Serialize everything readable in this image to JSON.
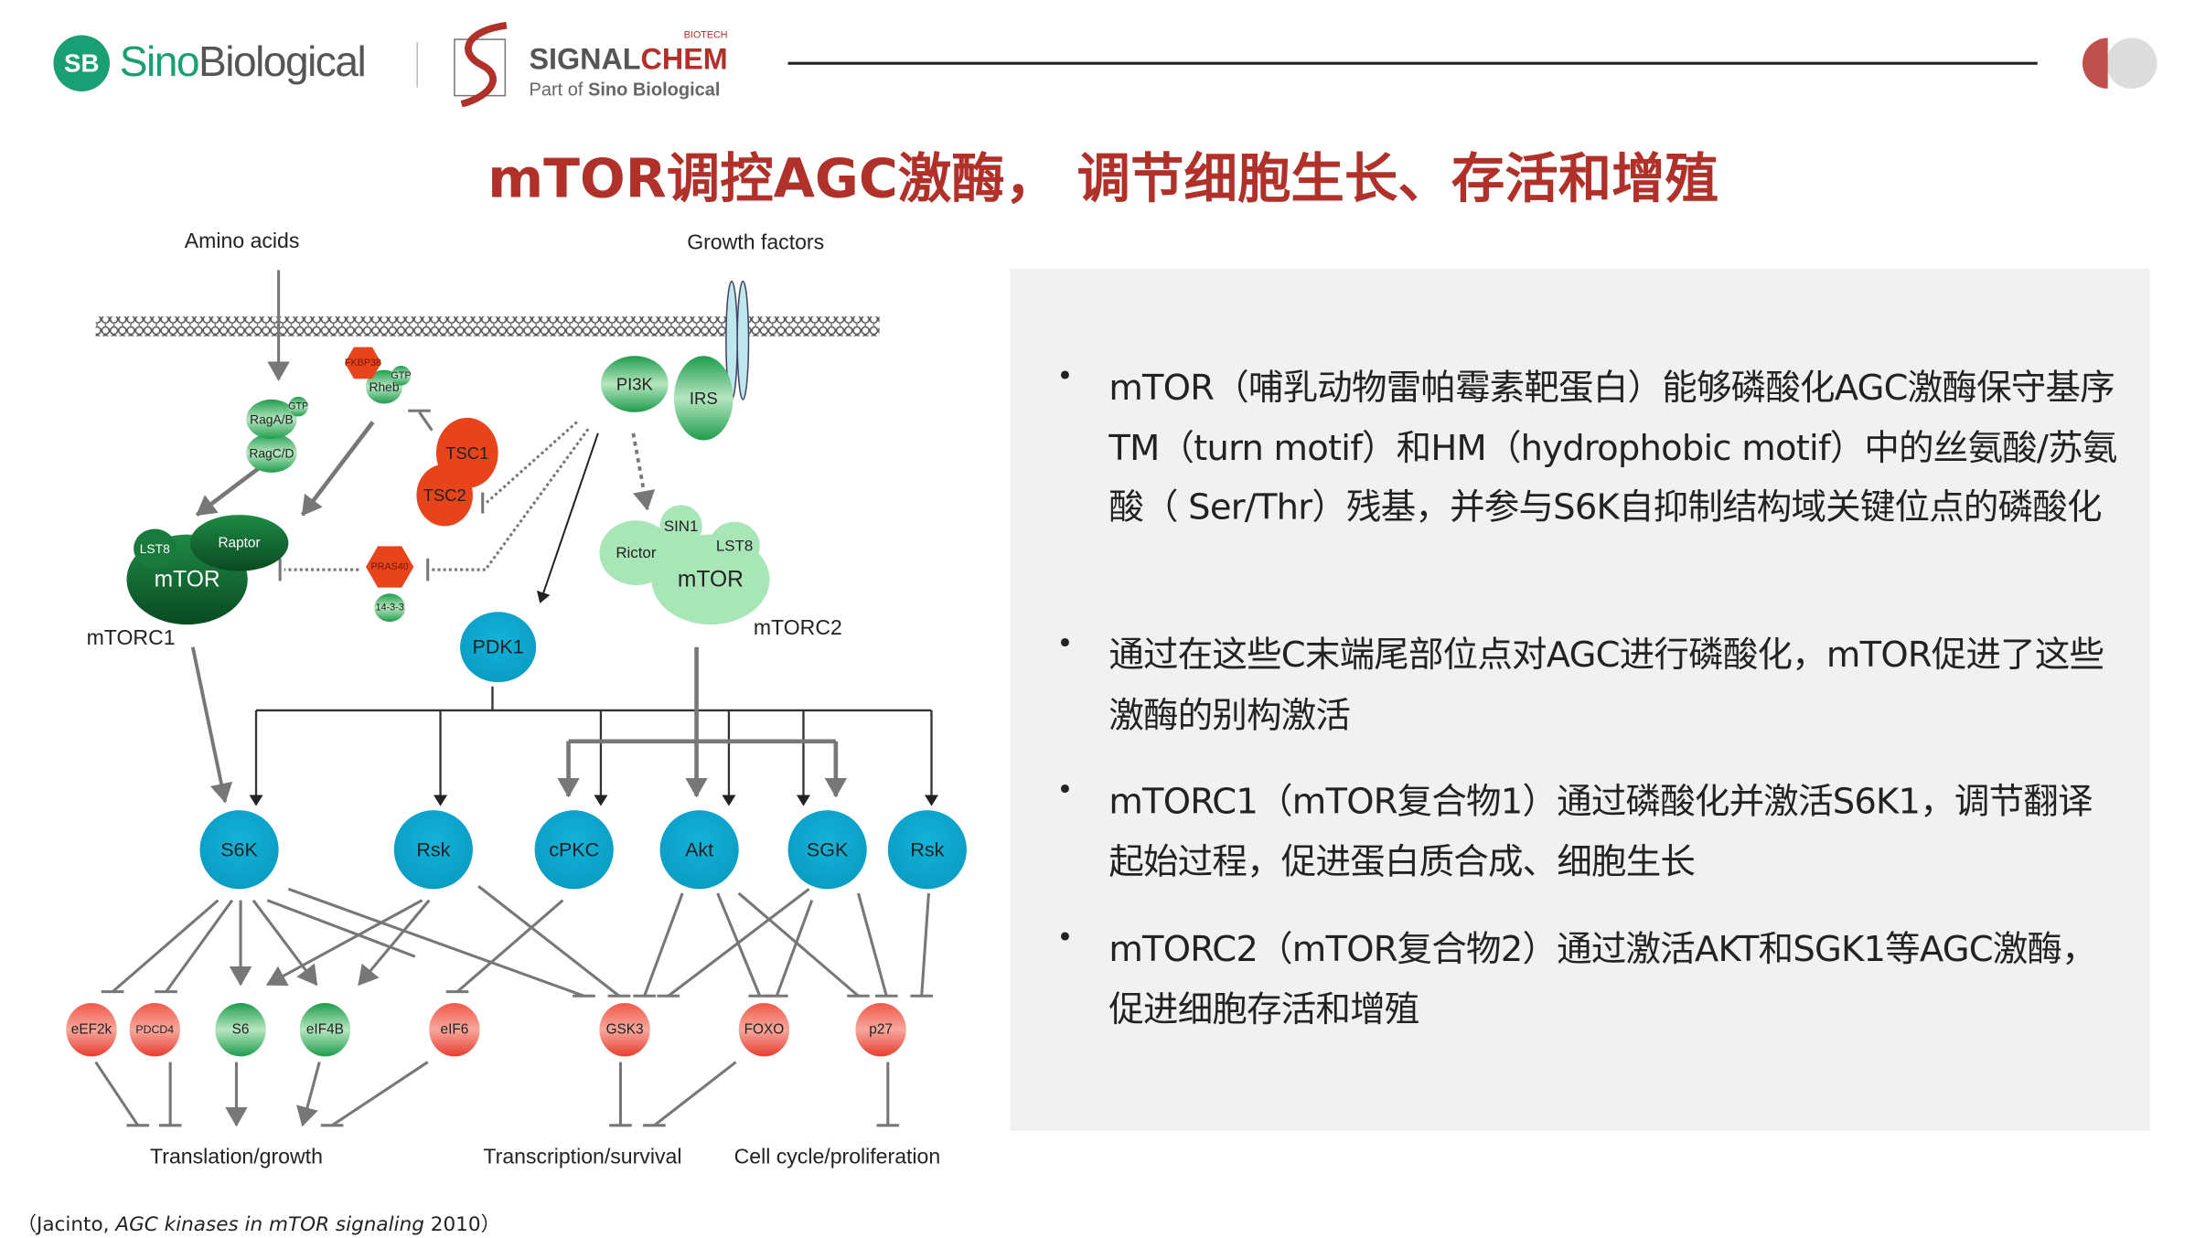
{
  "header": {
    "sino_logo": {
      "badge": "SB",
      "name_green": "Sino",
      "name_gray": "Biological"
    },
    "signalchem_logo": {
      "signal": "SIGNAL",
      "chem": "CHEM",
      "biotech": "BIOTECH",
      "tagline_prefix": "Part of ",
      "tagline_brand": "Sino Biological"
    },
    "colors": {
      "brand_green": "#1a9e73",
      "brand_red": "#b0302a",
      "toggle_red": "#c0504d",
      "toggle_gray": "#dcdcdc"
    }
  },
  "title": "mTOR调控AGC激酶， 调节细胞生长、存活和增殖",
  "diagram": {
    "inputs": {
      "amino_acids": "Amino acids",
      "growth_factors": "Growth factors"
    },
    "complexes": {
      "mtorc1": "mTORC1",
      "mtorc2": "mTORC2"
    },
    "upstream_nodes": [
      "GTP",
      "RagA/B",
      "RagC/D",
      "FKBP38",
      "GTP",
      "Rheb",
      "TSC1",
      "TSC2",
      "PI3K",
      "IRS",
      "LST8",
      "Raptor",
      "mTOR",
      "PRAS40",
      "14-3-3",
      "SIN1",
      "Rictor",
      "LST8",
      "mTOR"
    ],
    "pdk1": "PDK1",
    "kinases": [
      "S6K",
      "Rsk",
      "cPKC",
      "Akt",
      "SGK",
      "Rsk"
    ],
    "targets": [
      {
        "label": "eEF2k",
        "color": "red"
      },
      {
        "label": "PDCD4",
        "color": "red"
      },
      {
        "label": "S6",
        "color": "green"
      },
      {
        "label": "eIF4B",
        "color": "green"
      },
      {
        "label": "eIF6",
        "color": "red"
      },
      {
        "label": "GSK3",
        "color": "red"
      },
      {
        "label": "FOXO",
        "color": "red"
      },
      {
        "label": "p27",
        "color": "red"
      }
    ],
    "outcomes": [
      "Translation/growth",
      "Transcription/survival",
      "Cell cycle/proliferation"
    ]
  },
  "bullets": [
    "mTOR（哺乳动物雷帕霉素靶蛋白）能够磷酸化AGC激酶保守基序TM（turn motif）和HM（hydrophobic motif）中的丝氨酸/苏氨酸（ Ser/Thr）残基，并参与S6K自抑制结构域关键位点的磷酸化",
    "通过在这些C末端尾部位点对AGC进行磷酸化，mTOR促进了这些激酶的别构激活",
    "mTORC1（mTOR复合物1）通过磷酸化并激活S6K1，调节翻译起始过程，促进蛋白质合成、细胞生长",
    "mTORC2（mTOR复合物2）通过激活AKT和SGK1等AGC激酶，促进细胞存活和增殖"
  ],
  "citation": {
    "open": "（Jacinto, ",
    "italic": "AGC kinases in mTOR signaling",
    "year": " 2010）"
  }
}
